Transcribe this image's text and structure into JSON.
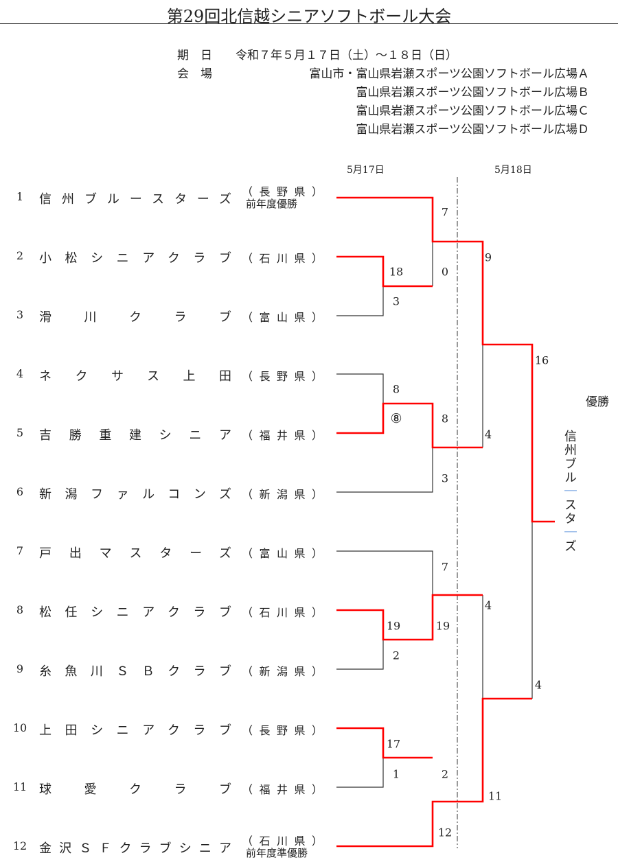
{
  "title": "第29回北信越シニアソフトボール大会",
  "info": {
    "date_label": "期　日",
    "date_value": "令和７年５月１７日（土）～１８日（日）",
    "venue_label": "会　場",
    "venues": [
      "富山市・富山県岩瀬スポーツ公園ソフトボール広場Ａ",
      "富山県岩瀬スポーツ公園ソフトボール広場Ｂ",
      "富山県岩瀬スポーツ公園ソフトボール広場Ｃ",
      "富山県岩瀬スポーツ公園ソフトボール広場Ｄ"
    ]
  },
  "days": [
    "5月17日",
    "5月18日"
  ],
  "teams": [
    {
      "no": "1",
      "name": "信州ブルースターズ",
      "pref": "（長野県）",
      "note": "前年度優勝"
    },
    {
      "no": "2",
      "name": "小松シニアクラブ",
      "pref": "（石川県）"
    },
    {
      "no": "3",
      "name": "滑川クラブ",
      "pref": "（富山県）"
    },
    {
      "no": "4",
      "name": "ネクサス上田",
      "pref": "（長野県）"
    },
    {
      "no": "5",
      "name": "吉勝重建シニア",
      "pref": "（福井県）"
    },
    {
      "no": "6",
      "name": "新潟ファルコンズ",
      "pref": "（新潟県）"
    },
    {
      "no": "7",
      "name": "戸出マスターズ",
      "pref": "（富山県）"
    },
    {
      "no": "8",
      "name": "松任シニアクラブ",
      "pref": "（石川県）"
    },
    {
      "no": "9",
      "name": "糸魚川ＳＢクラブ",
      "pref": "（新潟県）"
    },
    {
      "no": "10",
      "name": "上田シニアクラブ",
      "pref": "（長野県）"
    },
    {
      "no": "11",
      "name": "球愛クラブ",
      "pref": "（福井県）"
    },
    {
      "no": "12",
      "name": "金沢ＳＦクラブシニア",
      "pref": "（石川県）",
      "note": "前年度準優勝"
    }
  ],
  "scores": {
    "r1": [
      [
        "18",
        "3"
      ],
      [
        "8",
        "⑧"
      ],
      [
        "19",
        "2"
      ],
      [
        "17",
        "1"
      ]
    ],
    "qf": [
      [
        "7",
        "0"
      ],
      [
        "8",
        "3"
      ],
      [
        "7",
        "19"
      ],
      [
        "2",
        "12"
      ]
    ],
    "sf": [
      [
        "9",
        "4"
      ],
      [
        "4",
        "11"
      ]
    ],
    "final": [
      "16",
      "4"
    ]
  },
  "champion": {
    "label": "優勝",
    "name": "信州ブルースターズ"
  },
  "colors": {
    "winner_line": "#ff0000",
    "line": "#333333"
  }
}
